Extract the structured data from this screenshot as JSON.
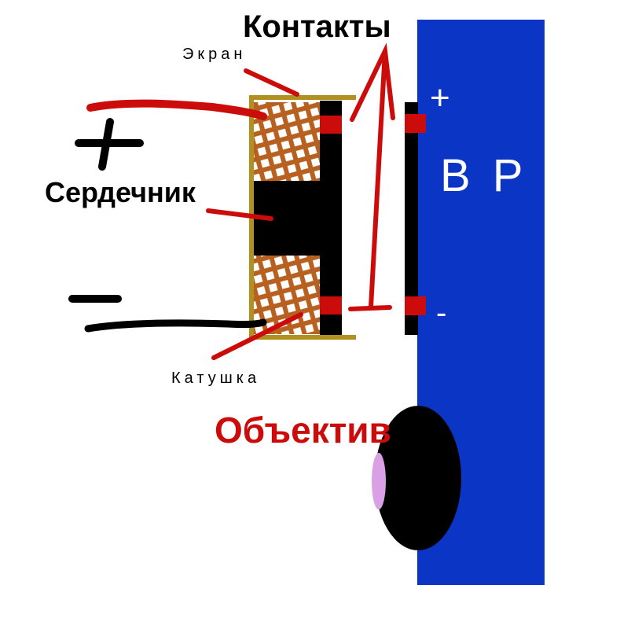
{
  "labels": {
    "contacts": "Контакты",
    "screen": "Экран",
    "core": "Сердечник",
    "coil": "Катушка",
    "lens": "Объектив",
    "block": "В Р",
    "plus_left": "+",
    "minus_left": "−",
    "plus_right": "+",
    "minus_right": "-"
  },
  "colors": {
    "blue": "#0b35c4",
    "red": "#cc0b0b",
    "coil": "#b8601f",
    "frame": "#b0901e",
    "violet": "#d9a0e6"
  }
}
